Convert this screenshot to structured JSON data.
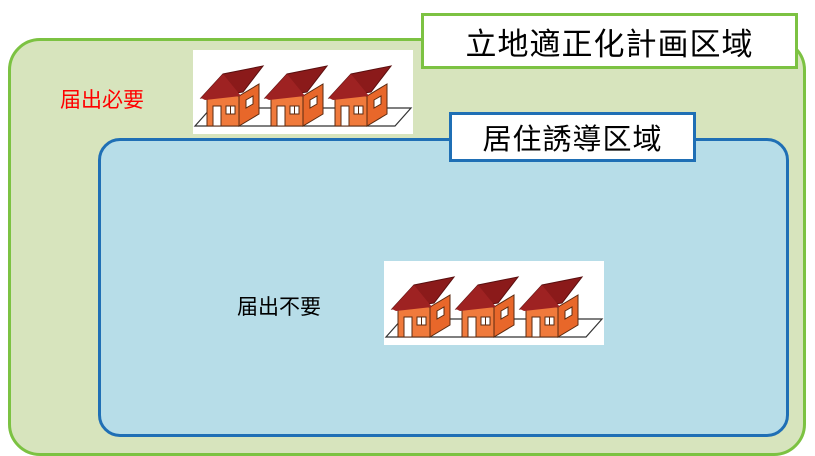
{
  "diagram": {
    "outer_zone": {
      "label": "立地適正化計画区域",
      "fill": "#d7e4bd",
      "border": "#7cc242"
    },
    "inner_zone": {
      "label": "居住誘導区域",
      "fill": "#b7dde8",
      "border": "#1f6fb5"
    },
    "outside_note": {
      "text": "届出必要",
      "color": "#ff0000"
    },
    "inside_note": {
      "text": "届出不要",
      "color": "#000000"
    },
    "house_groups": [
      {
        "zone": "outer",
        "count": 3,
        "icon": "house-icon"
      },
      {
        "zone": "inner",
        "count": 3,
        "icon": "house-icon"
      }
    ],
    "house_colors": {
      "roof": "#8b1a1a",
      "wall": "#f07a3c",
      "window": "#ffffff"
    }
  }
}
